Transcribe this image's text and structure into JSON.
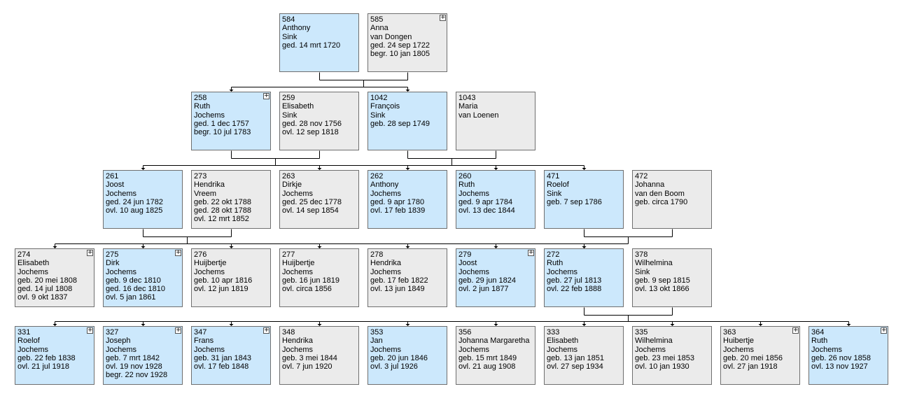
{
  "generations": [
    {
      "couples": [
        {
          "persons": [
            {
              "sex": "m",
              "expand": false,
              "lines": [
                "584",
                "Anthony",
                "Sink",
                "ged. 14 mrt 1720"
              ]
            },
            {
              "sex": "f",
              "expand": true,
              "lines": [
                "585",
                "Anna",
                "van Dongen",
                "ged. 24 sep 1722",
                "begr. 10 jan 1805"
              ]
            }
          ]
        }
      ]
    },
    {
      "couples": [
        {
          "persons": [
            {
              "sex": "m",
              "expand": true,
              "lines": [
                "258",
                "Ruth",
                "Jochems",
                "ged. 1 dec 1757",
                "begr. 10 jul 1783"
              ]
            },
            {
              "sex": "f",
              "expand": false,
              "lines": [
                "259",
                "Elisabeth",
                "Sink",
                "ged. 28 nov 1756",
                "ovl. 12 sep 1818"
              ]
            }
          ]
        },
        {
          "persons": [
            {
              "sex": "m",
              "expand": false,
              "lines": [
                "1042",
                "François",
                "Sink",
                "geb. 28 sep 1749"
              ]
            },
            {
              "sex": "f",
              "expand": false,
              "lines": [
                "1043",
                "Maria",
                "van Loenen"
              ]
            }
          ]
        }
      ]
    },
    {
      "couples": [
        {
          "persons": [
            {
              "sex": "m",
              "expand": false,
              "lines": [
                "261",
                "Joost",
                "Jochems",
                "ged. 24 jun 1782",
                "ovl. 10 aug 1825"
              ]
            },
            {
              "sex": "f",
              "expand": false,
              "lines": [
                "273",
                "Hendrika",
                "Vreem",
                "geb. 22 okt 1788",
                "ged. 28 okt 1788",
                "ovl. 12 mrt 1852"
              ]
            }
          ]
        },
        {
          "persons": [
            {
              "sex": "f",
              "expand": false,
              "lines": [
                "263",
                "Dirkje",
                "Jochems",
                "ged. 25 dec 1778",
                "ovl. 14 sep 1854"
              ]
            }
          ]
        },
        {
          "persons": [
            {
              "sex": "m",
              "expand": false,
              "lines": [
                "262",
                "Anthony",
                "Jochems",
                "ged. 9 apr 1780",
                "ovl. 17 feb 1839"
              ]
            }
          ]
        },
        {
          "persons": [
            {
              "sex": "m",
              "expand": false,
              "lines": [
                "260",
                "Ruth",
                "Jochems",
                "ged. 9 apr 1784",
                "ovl. 13 dec 1844"
              ]
            }
          ]
        },
        {
          "persons": [
            {
              "sex": "m",
              "expand": false,
              "lines": [
                "471",
                "Roelof",
                "Sink",
                "geb. 7 sep 1786"
              ]
            },
            {
              "sex": "f",
              "expand": false,
              "lines": [
                "472",
                "Johanna",
                "van den Boom",
                "geb. circa 1790"
              ]
            }
          ]
        }
      ]
    },
    {
      "couples": [
        {
          "persons": [
            {
              "sex": "f",
              "expand": true,
              "lines": [
                "274",
                "Elisabeth",
                "Jochems",
                "geb. 20 mei 1808",
                "ged. 14 jul 1808",
                "ovl. 9 okt 1837"
              ]
            }
          ]
        },
        {
          "persons": [
            {
              "sex": "m",
              "expand": true,
              "lines": [
                "275",
                "Dirk",
                "Jochems",
                "geb. 9 dec 1810",
                "ged. 16 dec 1810",
                "ovl. 5 jan 1861"
              ]
            }
          ]
        },
        {
          "persons": [
            {
              "sex": "f",
              "expand": false,
              "lines": [
                "276",
                "Huijbertje",
                "Jochems",
                "geb. 10 apr 1816",
                "ovl. 12 jun 1819"
              ]
            }
          ]
        },
        {
          "persons": [
            {
              "sex": "f",
              "expand": false,
              "lines": [
                "277",
                "Huijbertje",
                "Jochems",
                "geb. 16 jun 1819",
                "ovl. circa 1856"
              ]
            }
          ]
        },
        {
          "persons": [
            {
              "sex": "f",
              "expand": false,
              "lines": [
                "278",
                "Hendrika",
                "Jochems",
                "geb. 17 feb 1822",
                "ovl. 13 jun 1849"
              ]
            }
          ]
        },
        {
          "persons": [
            {
              "sex": "m",
              "expand": true,
              "lines": [
                "279",
                "Joost",
                "Jochems",
                "geb. 29 jun 1824",
                "ovl. 2 jun 1877"
              ]
            }
          ]
        },
        {
          "persons": [
            {
              "sex": "m",
              "expand": false,
              "lines": [
                "272",
                "Ruth",
                "Jochems",
                "geb. 27 jul 1813",
                "ovl. 22 feb 1888"
              ]
            },
            {
              "sex": "f",
              "expand": false,
              "lines": [
                "378",
                "Wilhelmina",
                "Sink",
                "geb. 9 sep 1815",
                "ovl. 13 okt 1866"
              ]
            }
          ]
        }
      ]
    },
    {
      "couples": [
        {
          "persons": [
            {
              "sex": "m",
              "expand": true,
              "lines": [
                "331",
                "Roelof",
                "Jochems",
                "geb. 22 feb 1838",
                "ovl. 21 jul 1918"
              ]
            }
          ]
        },
        {
          "persons": [
            {
              "sex": "m",
              "expand": true,
              "lines": [
                "327",
                "Joseph",
                "Jochems",
                "geb. 7 mrt 1842",
                "ovl. 19 nov 1928",
                "begr. 22 nov 1928"
              ]
            }
          ]
        },
        {
          "persons": [
            {
              "sex": "m",
              "expand": true,
              "lines": [
                "347",
                "Frans",
                "Jochems",
                "geb. 31 jan 1843",
                "ovl. 17 feb 1848"
              ]
            }
          ]
        },
        {
          "persons": [
            {
              "sex": "f",
              "expand": false,
              "lines": [
                "348",
                "Hendrika",
                "Jochems",
                "geb. 3 mei 1844",
                "ovl. 7 jun 1920"
              ]
            }
          ]
        },
        {
          "persons": [
            {
              "sex": "m",
              "expand": false,
              "lines": [
                "353",
                "Jan",
                "Jochems",
                "geb. 20 jun 1846",
                "ovl. 3 jul 1926"
              ]
            }
          ]
        },
        {
          "persons": [
            {
              "sex": "f",
              "expand": false,
              "lines": [
                "356",
                "Johanna Margaretha",
                "Jochems",
                "geb. 15 mrt 1849",
                "ovl. 21 aug 1908"
              ]
            }
          ]
        },
        {
          "persons": [
            {
              "sex": "f",
              "expand": false,
              "lines": [
                "333",
                "Elisabeth",
                "Jochems",
                "geb. 13 jan 1851",
                "ovl. 27 sep 1934"
              ]
            }
          ]
        },
        {
          "persons": [
            {
              "sex": "f",
              "expand": false,
              "lines": [
                "335",
                "Wilhelmina",
                "Jochems",
                "geb. 23 mei 1853",
                "ovl. 10 jan 1930"
              ]
            }
          ]
        },
        {
          "persons": [
            {
              "sex": "f",
              "expand": true,
              "lines": [
                "363",
                "Huibertje",
                "Jochems",
                "geb. 20 mei 1856",
                "ovl. 27 jan 1918"
              ]
            }
          ]
        },
        {
          "persons": [
            {
              "sex": "m",
              "expand": true,
              "lines": [
                "364",
                "Ruth",
                "Jochems",
                "geb. 26 nov 1858",
                "ovl. 13 nov 1927"
              ]
            }
          ]
        }
      ]
    }
  ],
  "connections": [
    {
      "from": [
        0,
        0
      ],
      "to": [
        [
          1,
          0
        ],
        [
          1,
          1
        ]
      ]
    },
    {
      "from": [
        1,
        0
      ],
      "to": [
        [
          2,
          0
        ],
        [
          2,
          1
        ],
        [
          2,
          2
        ],
        [
          2,
          3
        ]
      ]
    },
    {
      "from": [
        1,
        1
      ],
      "to": [
        [
          2,
          4
        ]
      ]
    },
    {
      "from": [
        2,
        0
      ],
      "to": [
        [
          3,
          0
        ],
        [
          3,
          1
        ],
        [
          3,
          2
        ],
        [
          3,
          3
        ],
        [
          3,
          4
        ],
        [
          3,
          5
        ],
        [
          3,
          6
        ]
      ]
    },
    {
      "from": [
        2,
        4
      ],
      "to": [
        [
          3,
          6
        ]
      ]
    },
    {
      "from": [
        3,
        6
      ],
      "to": [
        [
          4,
          0
        ],
        [
          4,
          1
        ],
        [
          4,
          2
        ],
        [
          4,
          3
        ],
        [
          4,
          4
        ],
        [
          4,
          5
        ],
        [
          4,
          6
        ],
        [
          4,
          7
        ],
        [
          4,
          8
        ],
        [
          4,
          9
        ]
      ]
    }
  ],
  "colors": {
    "male": "#cce8fc",
    "female": "#ebebeb",
    "border": "#6f6f6f",
    "line": "#000000"
  },
  "expand_symbol": "+"
}
